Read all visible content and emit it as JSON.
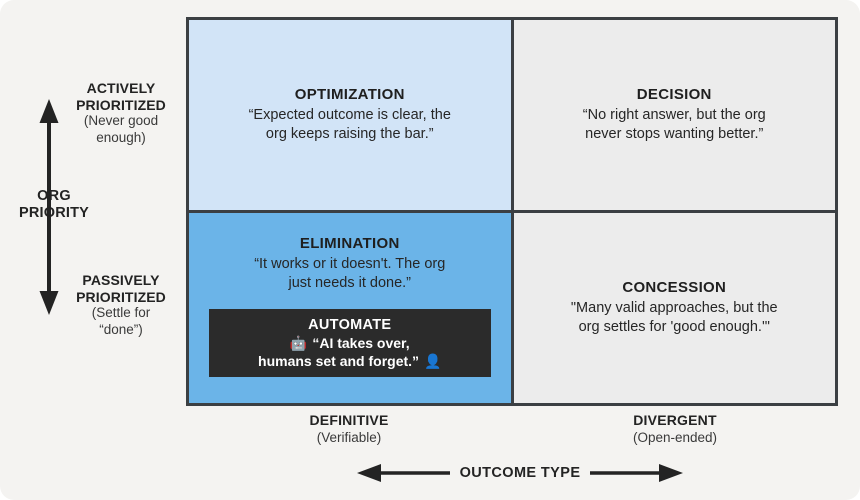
{
  "axes": {
    "y": {
      "title": "ORG\nPRIORITY",
      "title_line1": "ORG",
      "title_line2": "PRIORITY",
      "top": {
        "main_line1": "ACTIVELY",
        "main_line2": "PRIORITIZED",
        "sub_line1": "(Never good",
        "sub_line2": "enough)"
      },
      "bottom": {
        "main_line1": "PASSIVELY",
        "main_line2": "PRIORITIZED",
        "sub_line1": "(Settle for",
        "sub_line2": "“done”)"
      }
    },
    "x": {
      "title": "OUTCOME TYPE",
      "left": {
        "main": "DEFINITIVE",
        "sub": "(Verifiable)"
      },
      "right": {
        "main": "DIVERGENT",
        "sub": "(Open-ended)"
      }
    }
  },
  "quadrants": [
    {
      "key": "optimization",
      "title": "OPTIMIZATION",
      "desc_line1": "“Expected outcome is clear, the",
      "desc_line2": "org keeps raising the bar.”",
      "color": "#d2e4f7"
    },
    {
      "key": "decision",
      "title": "DECISION",
      "desc_line1": "“No right answer, but the org",
      "desc_line2": "never stops wanting better.”",
      "color": "#ececec"
    },
    {
      "key": "elimination",
      "title": "ELIMINATION",
      "desc_line1": "“It works or it doesn't. The org",
      "desc_line2": "just needs it done.”",
      "color": "#6bb4e8"
    },
    {
      "key": "concession",
      "title": "CONCESSION",
      "desc_line1": "\"Many valid approaches, but the",
      "desc_line2": "org settles for 'good enough.'\"",
      "color": "#ececec"
    }
  ],
  "automate": {
    "title": "AUTOMATE",
    "robot_icon": "🤖",
    "line1": "“AI takes over,",
    "line2": "humans set and forget.”",
    "person_icon": "👤",
    "background": "#2b2b2b"
  },
  "colors": {
    "page_background": "#f4f3f1",
    "border": "#3b3f43",
    "text": "#232323"
  }
}
